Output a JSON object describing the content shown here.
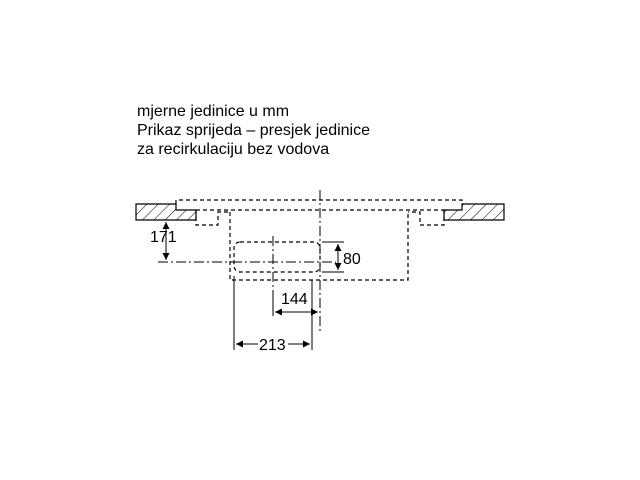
{
  "caption": {
    "line1": "mjerne jedinice u mm",
    "line2": "Prikaz sprijeda – presjek jedinice",
    "line3": "za recirkulaciju bez vodova"
  },
  "dimensions": {
    "height_171": "171",
    "height_80": "80",
    "width_144": "144",
    "width_213": "213"
  }
}
